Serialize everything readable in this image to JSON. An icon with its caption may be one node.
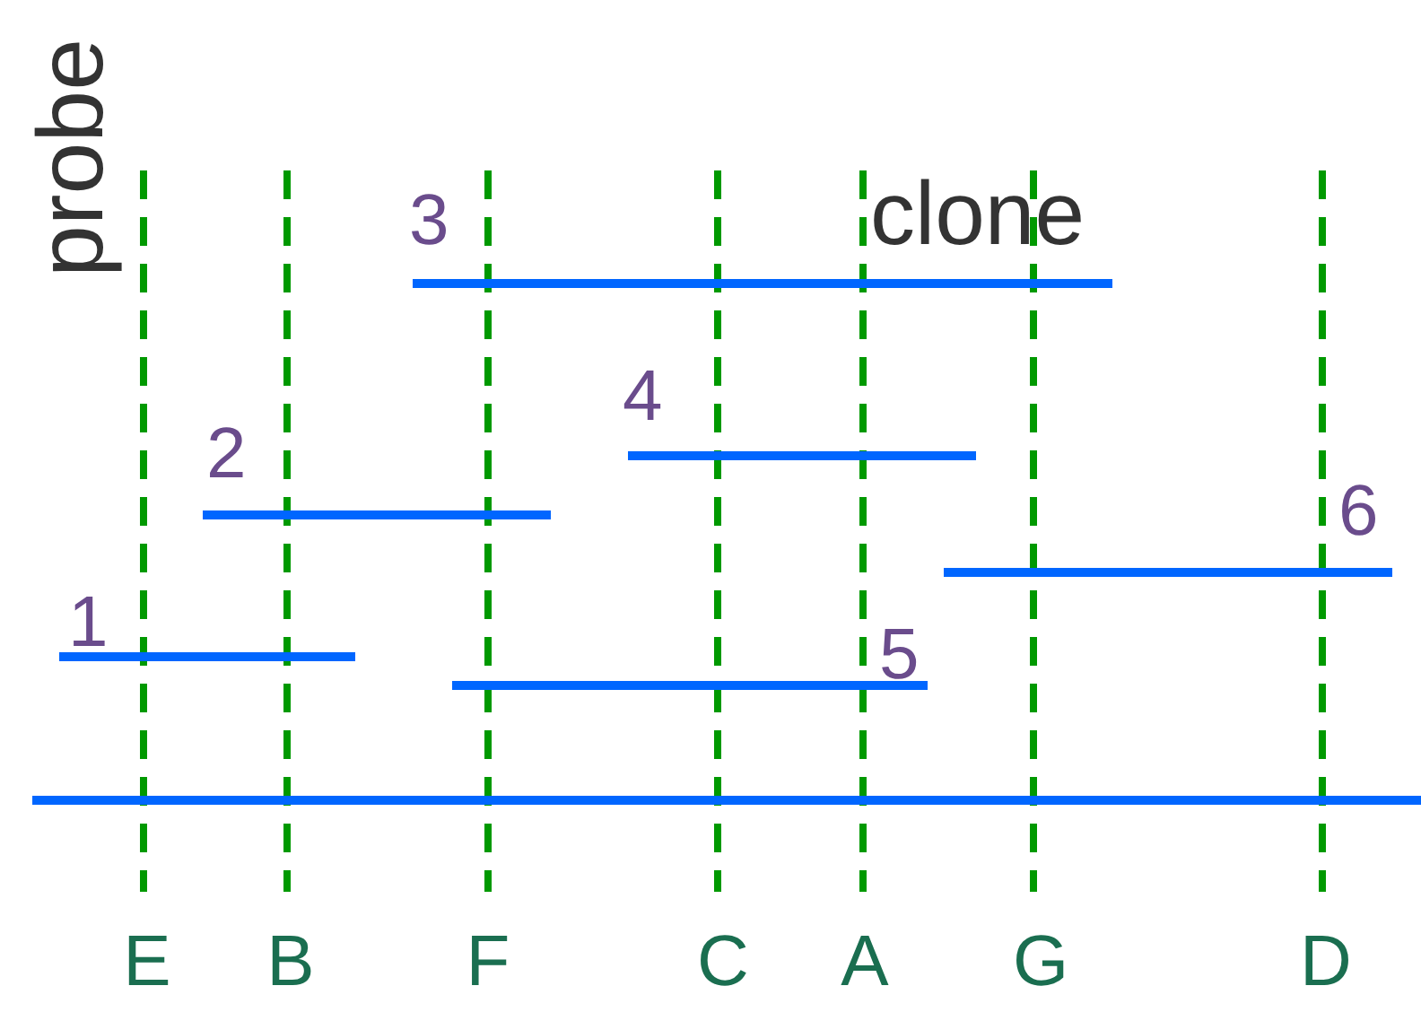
{
  "diagram": {
    "labels": [
      "probe",
      "3",
      "clone",
      "4",
      "2",
      "6",
      "1",
      "5",
      "E",
      "B",
      "F",
      "C",
      "A",
      "G",
      "D"
    ]
  }
}
